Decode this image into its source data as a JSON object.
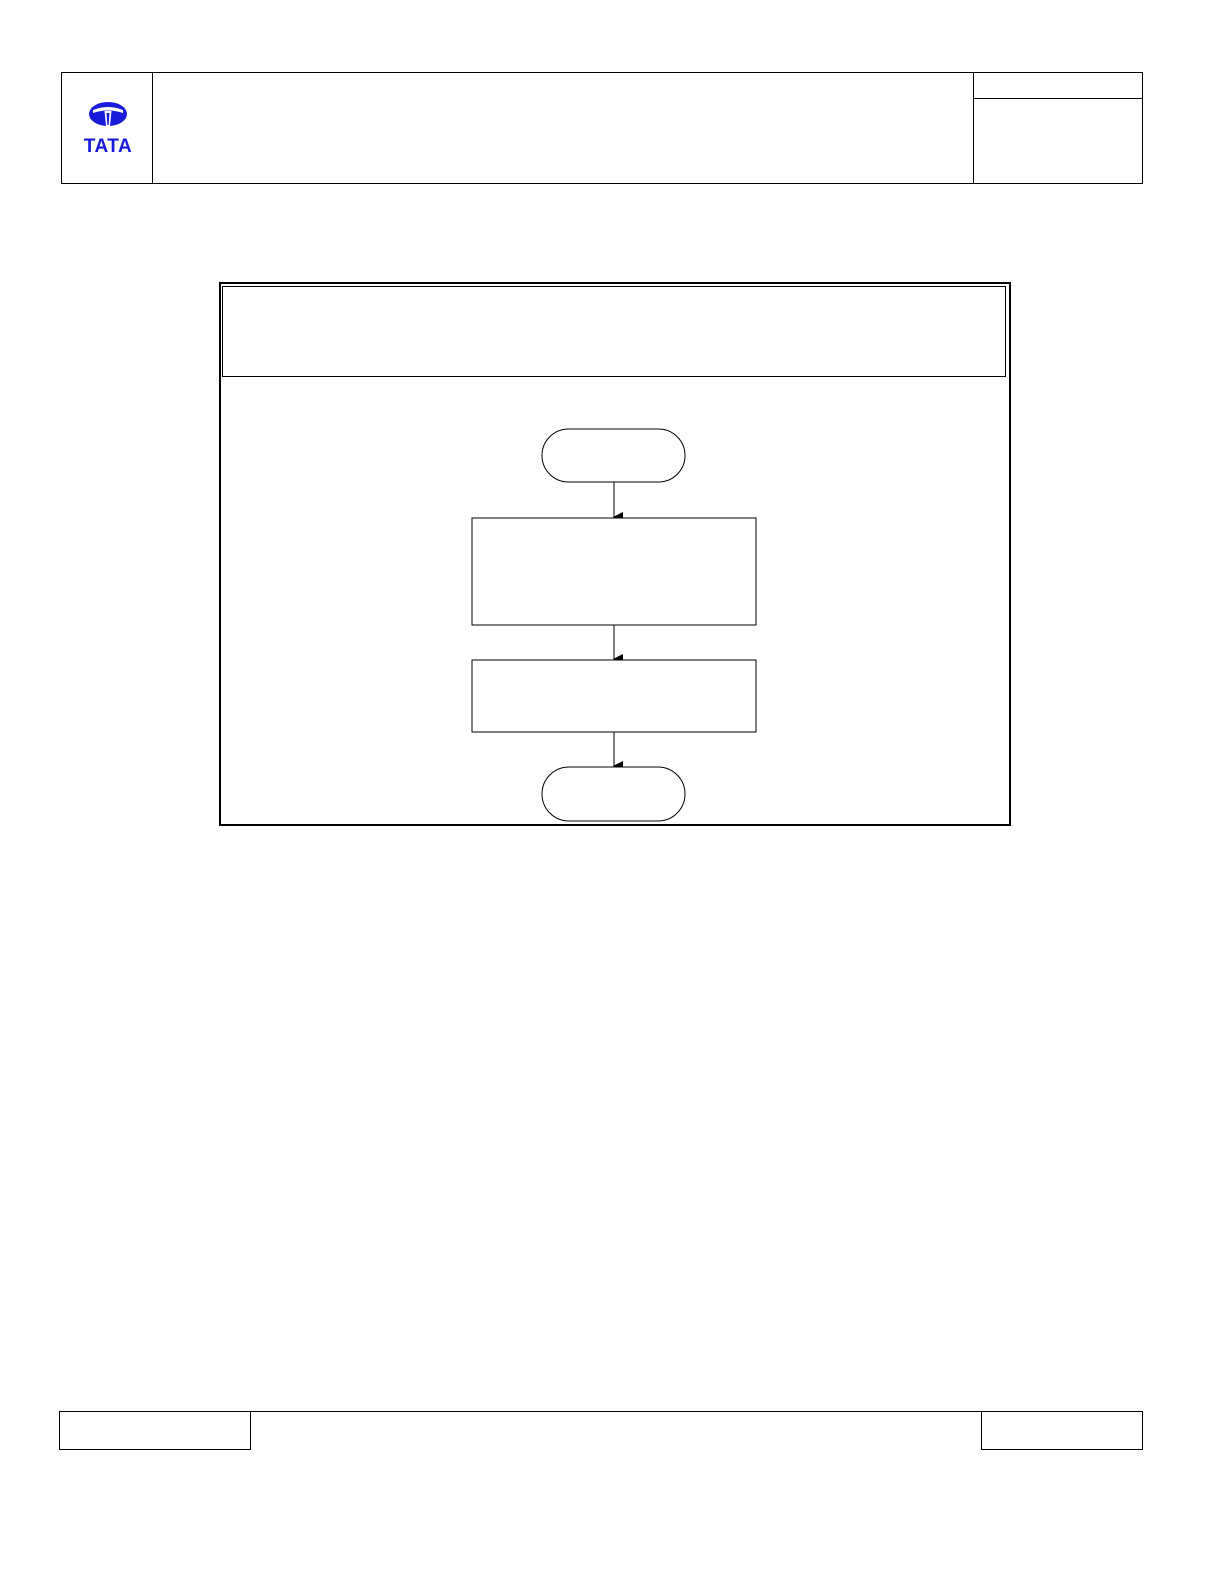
{
  "header": {
    "logo": {
      "wordmark": "TATA",
      "brand_color": "#1a1adb"
    },
    "title": "",
    "doc_info_top": "",
    "doc_info_bottom": ""
  },
  "flowchart": {
    "title": "",
    "nodes": [
      {
        "shape": "terminator",
        "label": ""
      },
      {
        "shape": "process",
        "label": ""
      },
      {
        "shape": "process",
        "label": ""
      },
      {
        "shape": "terminator",
        "label": ""
      }
    ]
  },
  "footer": {
    "left": "",
    "center": "",
    "right": ""
  }
}
